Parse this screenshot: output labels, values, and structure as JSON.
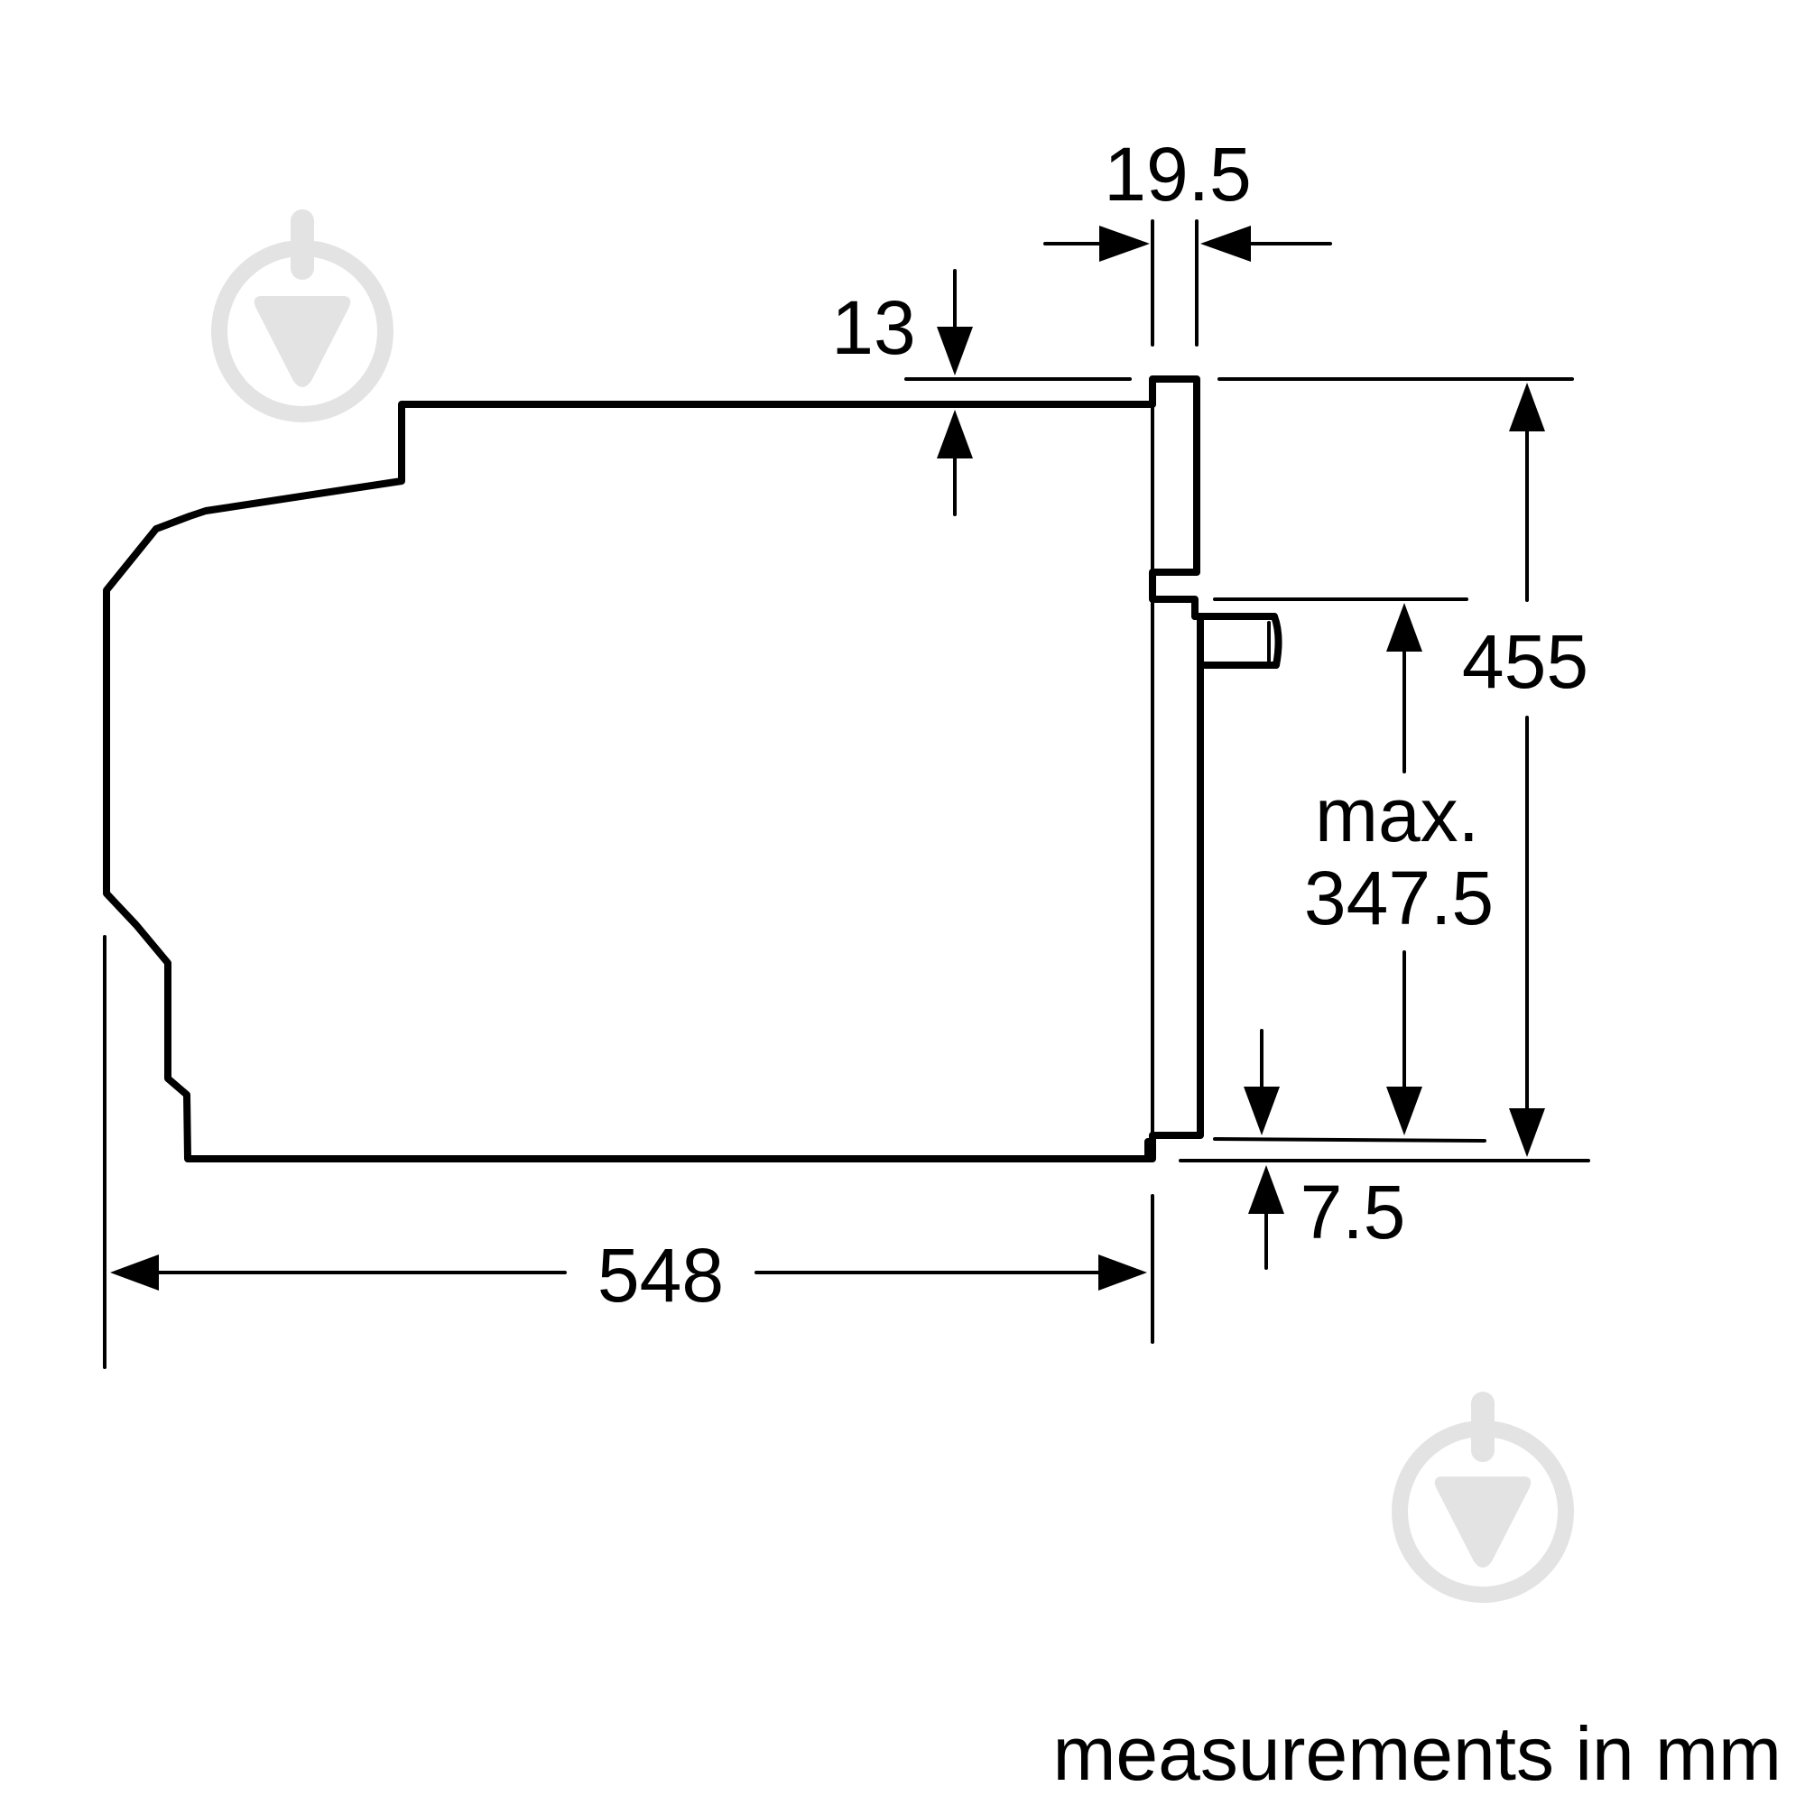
{
  "diagram": {
    "dimensions": {
      "d_19_5": "19.5",
      "d_13": "13",
      "d_455": "455",
      "d_max_label": "max.",
      "d_max_value": "347.5",
      "d_7_5": "7.5",
      "d_548": "548"
    },
    "caption": "measurements in mm"
  },
  "colors": {
    "line": "#000000",
    "watermark": "#e3e3e3",
    "background": "#ffffff"
  },
  "icons": {
    "watermark": "download-arrow-circle-icon"
  }
}
